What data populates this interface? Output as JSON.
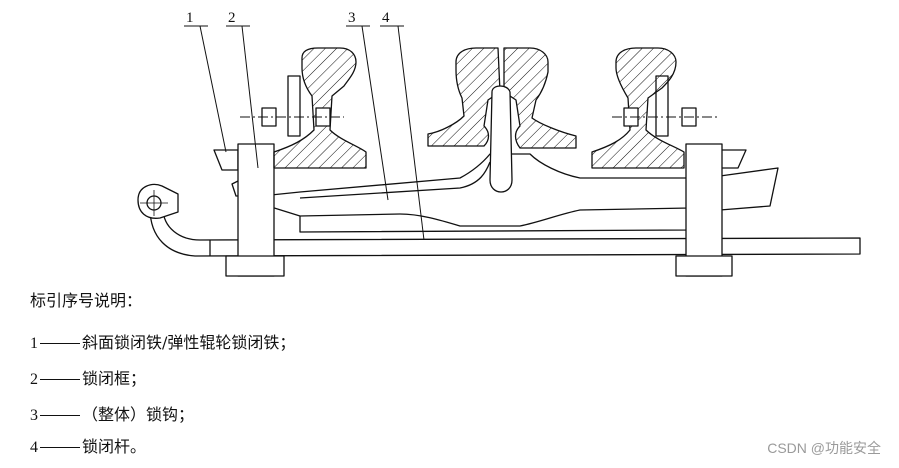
{
  "callouts": [
    {
      "num": "1"
    },
    {
      "num": "2"
    },
    {
      "num": "3"
    },
    {
      "num": "4"
    }
  ],
  "legend": {
    "title": "标引序号说明：",
    "items": [
      {
        "num": "1",
        "text": "斜面锁闭铁/弹性辊轮锁闭铁；"
      },
      {
        "num": "2",
        "text": "锁闭框；"
      },
      {
        "num": "3",
        "text": "（整体）锁钩；"
      },
      {
        "num": "4",
        "text": "锁闭杆。"
      }
    ]
  },
  "watermark": "CSDN @功能安全",
  "colors": {
    "line": "#111111",
    "watermark": "#9a9a9a",
    "background": "#ffffff"
  }
}
